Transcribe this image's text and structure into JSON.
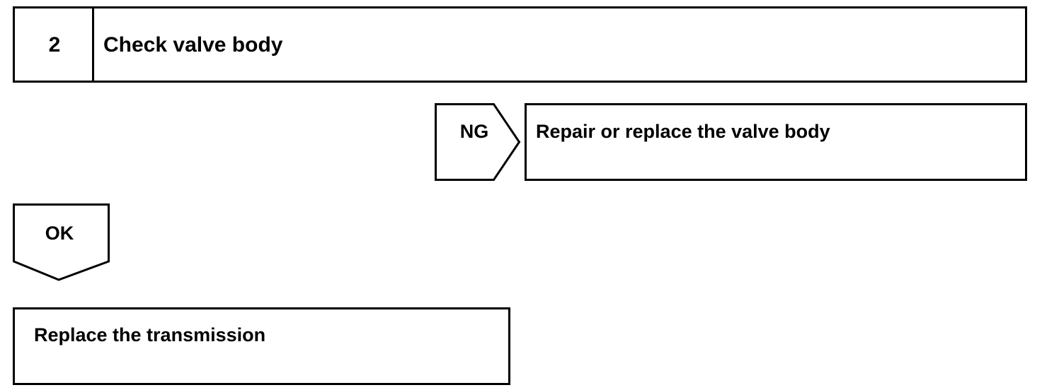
{
  "step": {
    "number": "2",
    "title": "Check valve body"
  },
  "ng_branch": {
    "tag": "NG",
    "action": "Repair or replace the valve body"
  },
  "ok_branch": {
    "tag": "OK",
    "action": "Replace the transmission"
  },
  "colors": {
    "stroke": "#000000",
    "background": "#ffffff"
  }
}
